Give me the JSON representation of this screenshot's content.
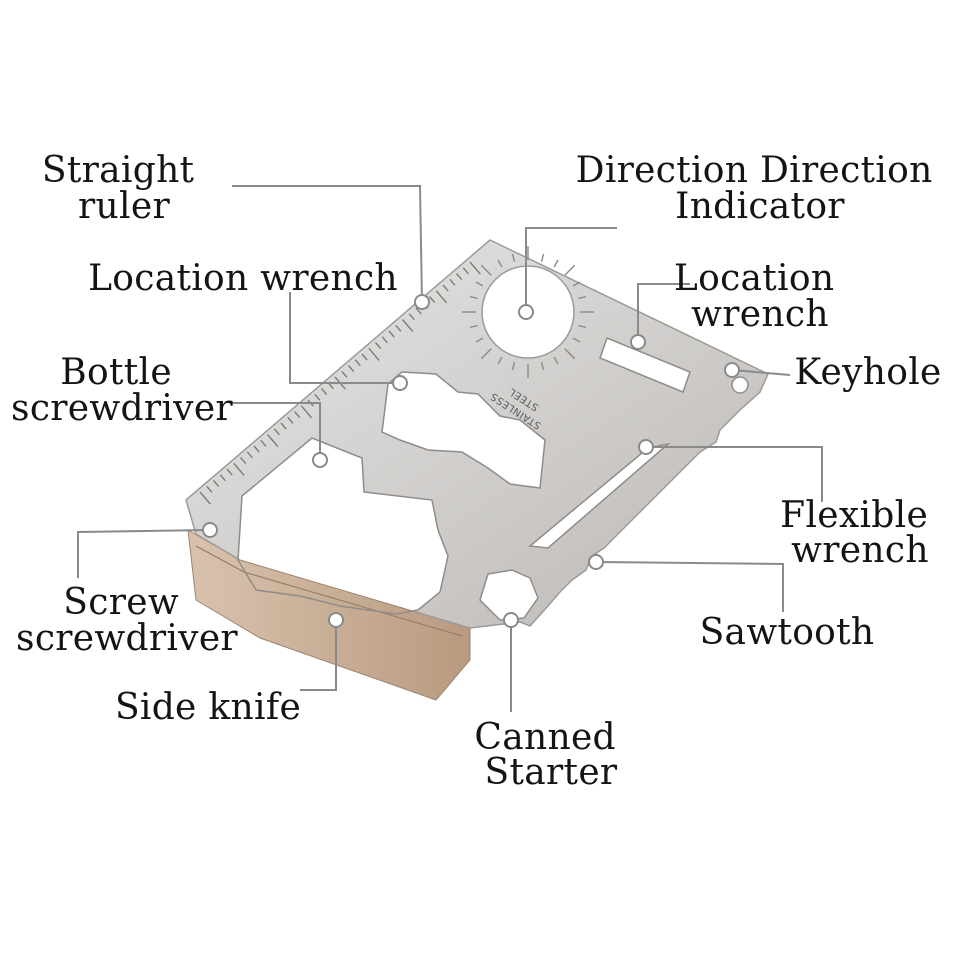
{
  "labels": {
    "straight_ruler": [
      "Straight",
      "ruler"
    ],
    "direction_indicator": [
      "Direction Direction",
      "Indicator"
    ],
    "location_wrench_left": [
      "Location wrench"
    ],
    "location_wrench_right": [
      "Location",
      "wrench"
    ],
    "bottle_screwdriver": [
      "Bottle",
      "screwdriver"
    ],
    "keyhole": [
      "Keyhole"
    ],
    "flexible_wrench": [
      "Flexible",
      "wrench"
    ],
    "screw_screwdriver": [
      "Screw",
      "screwdriver"
    ],
    "sawtooth": [
      "Sawtooth"
    ],
    "side_knife": [
      "Side knife"
    ],
    "canned_starter": [
      "Canned",
      "Starter"
    ]
  },
  "engraving": [
    "STAINLESS",
    "STEEL"
  ],
  "colors": {
    "text": "#141414",
    "leader": "#8a8a8a",
    "steel_light": "#dedcda",
    "steel_dark": "#a8a5a2",
    "blade_edge": "#c9aa8e"
  }
}
